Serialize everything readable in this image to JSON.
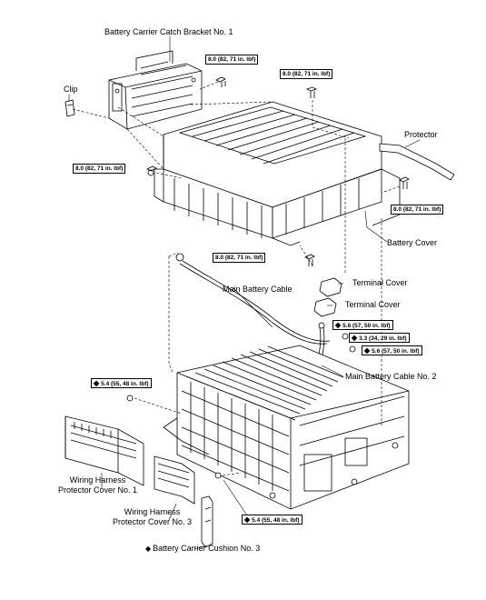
{
  "labels": {
    "bracket": "Battery Carrier Catch Bracket No. 1",
    "clip": "Clip",
    "protector": "Protector",
    "battery_cover": "Battery Cover",
    "main_cable": "Main Battery Cable",
    "terminal_cover_1": "Terminal Cover",
    "terminal_cover_2": "Terminal Cover",
    "main_cable_2": "Main Battery Cable No. 2",
    "harness_cover_1": "Wiring Harness\nProtector Cover No. 1",
    "harness_cover_3": "Wiring Harness\nProtector Cover No. 3",
    "cushion": "Battery Carrier Cushion No. 3"
  },
  "marker": "◆",
  "torques": {
    "t1": "8.0 (82, 71 in. lbf)",
    "t2": "8.0 (82, 71 in. lbf)",
    "t3": "8.0 (82, 71 in. lbf)",
    "t4": "8.0 (82, 71 in. lbf)",
    "t5": "8.0 (82, 71 in. lbf)",
    "t6": "5.6 (57, 50 in. lbf)",
    "t7": "3.3 (34, 29 in. lbf)",
    "t8": "5.6 (57, 50 in. lbf)",
    "t9": "5.4 (55, 48 in. lbf)",
    "t10": "5.4 (55, 48 in. lbf)"
  }
}
